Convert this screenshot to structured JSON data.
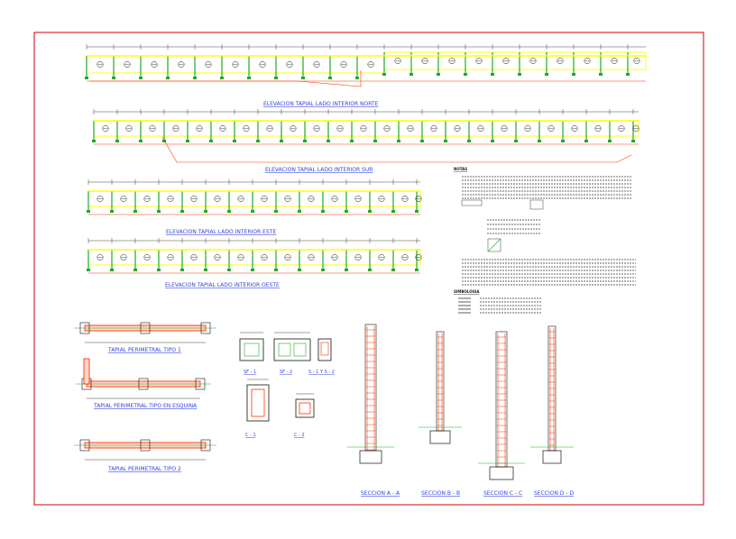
{
  "elevations": [
    {
      "id": "north",
      "title": "ELEVACION TAPIAL LADO INTERIOR NORTE"
    },
    {
      "id": "south",
      "title": "ELEVACION TAPIAL LADO INTERIOR SUR"
    },
    {
      "id": "east",
      "title": "ELEVACION TAPIAL LADO INTERIOR ESTE"
    },
    {
      "id": "west",
      "title": "ELEVACION TAPIAL LADO INTERIOR OESTE"
    }
  ],
  "plans": [
    {
      "id": "tipo1",
      "title": "TAPIAL PERIMETRAL TIPO 1"
    },
    {
      "id": "esquina",
      "title": "TAPIAL PERIMETRAL TIPO EN ESQUINA"
    },
    {
      "id": "tipo2",
      "title": "TAPIAL PERIMETRAL TIPO 2"
    }
  ],
  "footings": [
    {
      "id": "sf1",
      "label": "SF - 1"
    },
    {
      "id": "sf2",
      "label": "SF - 2"
    },
    {
      "id": "sf3",
      "label": "S - 1 Y S - 2"
    },
    {
      "id": "col1",
      "label": "C - 1"
    },
    {
      "id": "col2",
      "label": "C - 2"
    }
  ],
  "sections": [
    {
      "id": "aa",
      "label": "SECCION A - A"
    },
    {
      "id": "bb",
      "label": "SECCION B - B"
    },
    {
      "id": "cc",
      "label": "SECCION C - C"
    },
    {
      "id": "dd",
      "label": "SECCION D - D"
    }
  ],
  "notes": {
    "heading": "NOTAS",
    "legend_heading": "SIMBOLOGIA"
  },
  "colors": {
    "frame": "#cc0000",
    "wall": "#ffff00",
    "grid": "#22aa22",
    "beam": "#ff3300",
    "dim": "#111111",
    "text": "#3344dd"
  }
}
